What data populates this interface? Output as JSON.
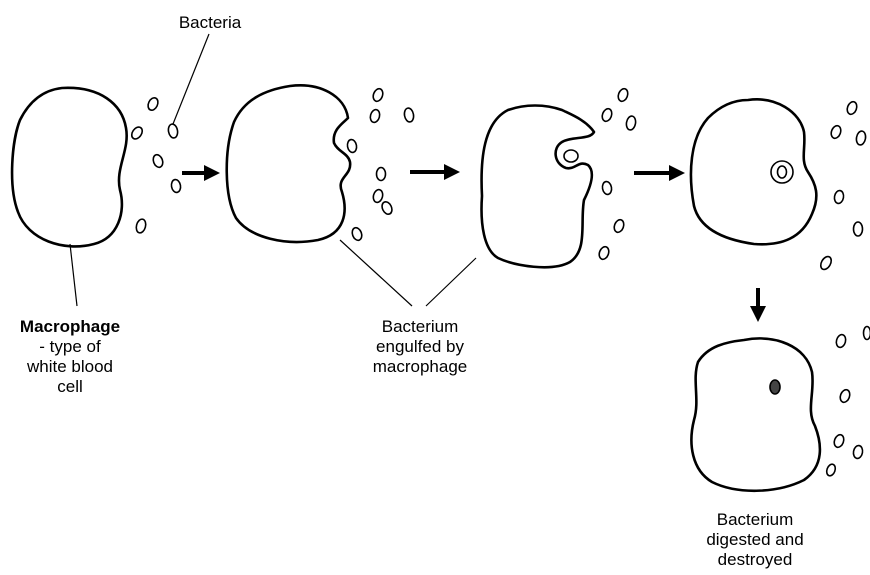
{
  "labels": {
    "bacteria": "Bacteria",
    "macrophage_title": "Macrophage",
    "macrophage_desc_1": "- type of",
    "macrophage_desc_2": "white blood",
    "macrophage_desc_3": "cell",
    "engulfed_1": "Bacterium",
    "engulfed_2": "engulfed by",
    "engulfed_3": "macrophage",
    "digested_1": "Bacterium",
    "digested_2": "digested and",
    "digested_3": "destroyed"
  },
  "colors": {
    "ink": "#000000",
    "background": "#ffffff"
  }
}
